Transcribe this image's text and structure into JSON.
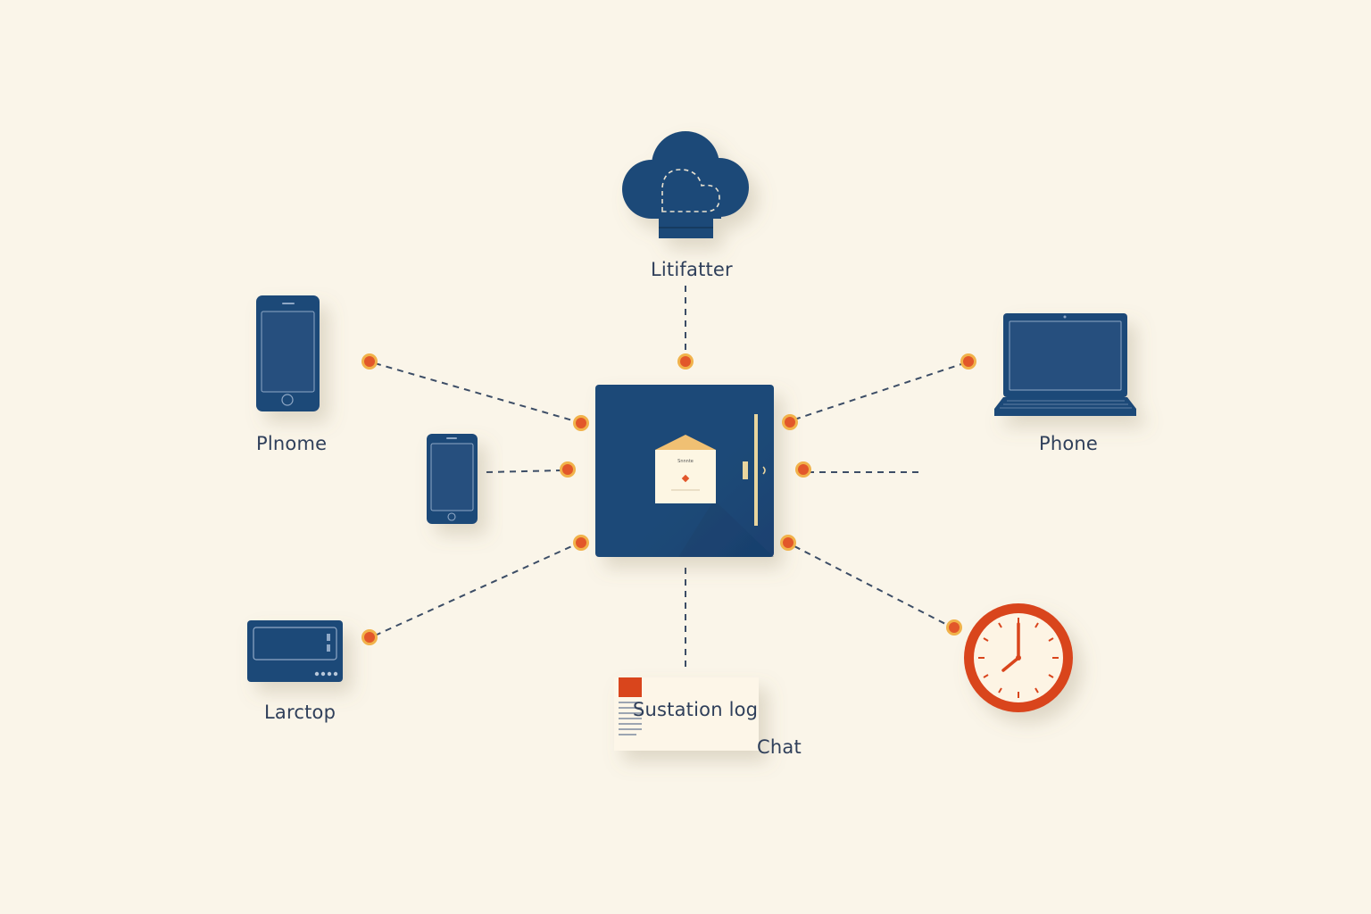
{
  "colors": {
    "background": "#faf5e9",
    "device": "#1f4a78",
    "device_screen": "#254f7e",
    "connector": "#e2572a",
    "connector_ring": "#f1b24a",
    "line": "#3c4d66",
    "clock": "#d9441e",
    "letter": "#fdf6e3",
    "letter_flap": "#f0c073"
  },
  "labels": {
    "cloud": "Litifatter",
    "phone_left": "Plnome",
    "laptop_right": "Phone",
    "laptop_left": "Larctop",
    "log": "Sustation log",
    "chat": "Chat",
    "letter": "Snnnte"
  },
  "icons": {
    "cloud": "cloud-icon",
    "phone_large": "smartphone-icon",
    "phone_small": "smartphone-icon",
    "laptop": "laptop-icon",
    "device_left": "router-icon",
    "clock": "clock-icon",
    "hub": "hub-envelope-icon",
    "log": "document-icon"
  }
}
